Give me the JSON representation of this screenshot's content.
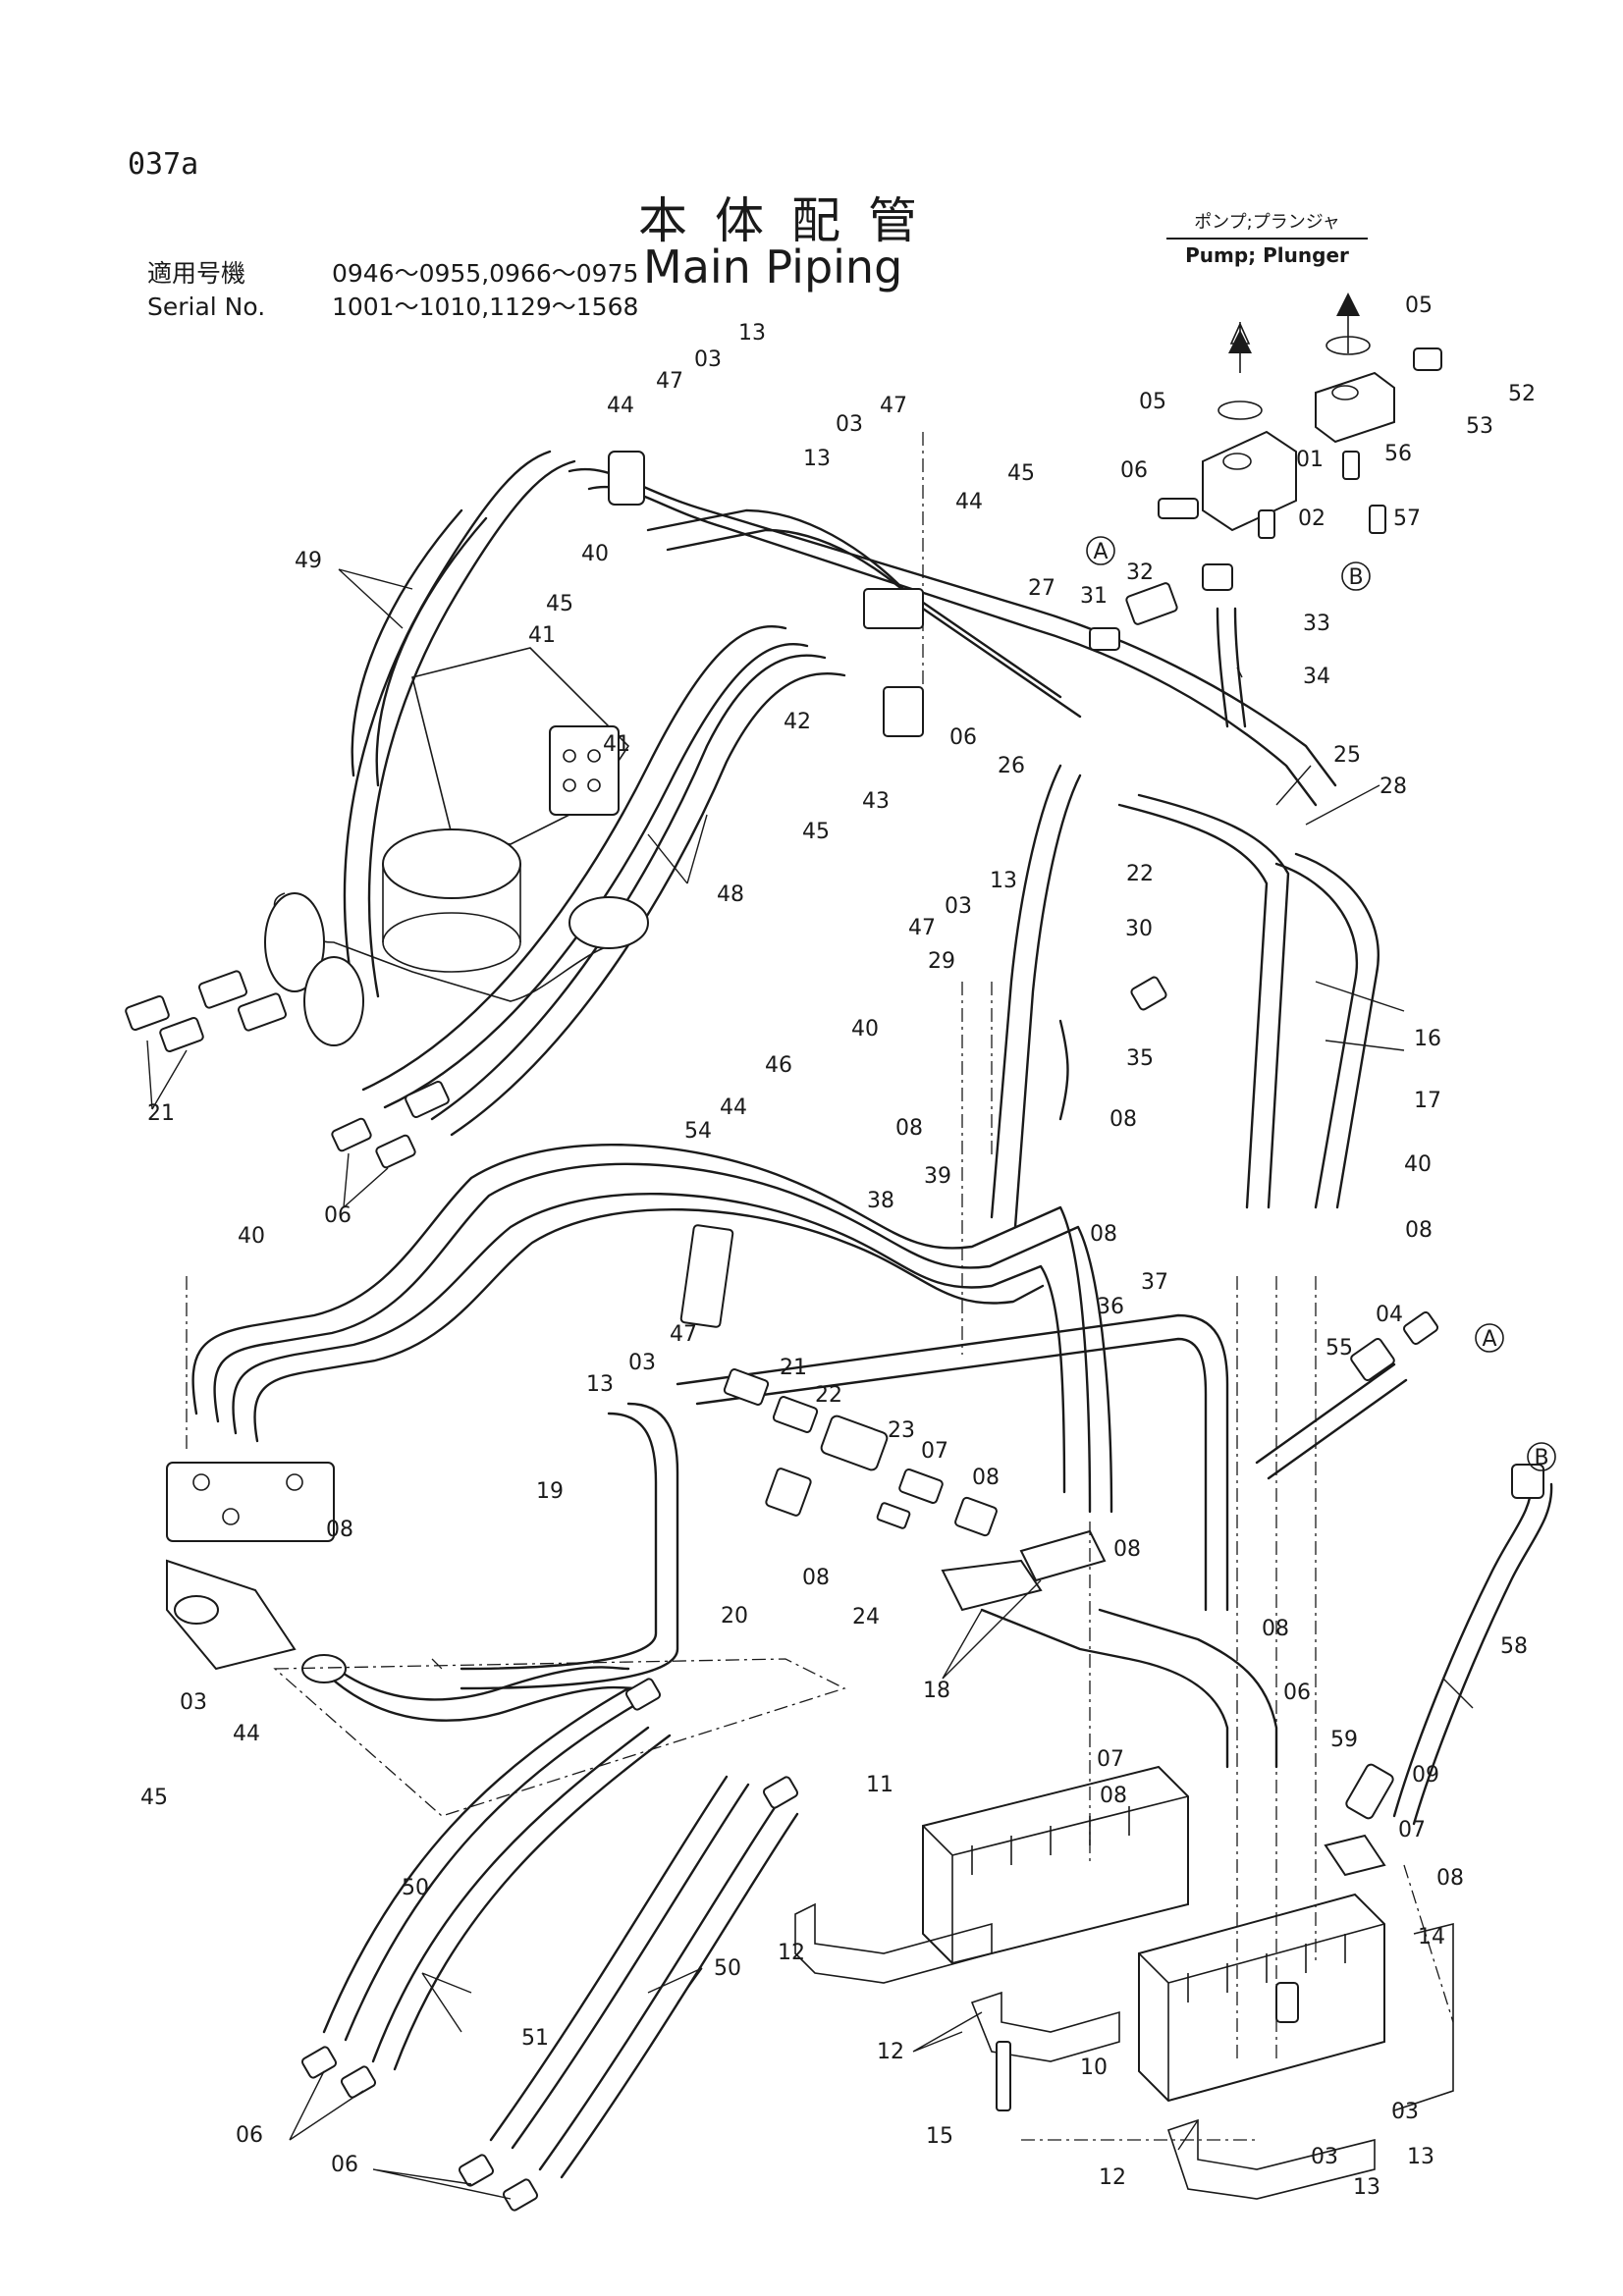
{
  "header": {
    "page_code": "037a",
    "title_jp": "本体配管",
    "title_en": "Main Piping",
    "applicability": [
      {
        "label": "適用号機",
        "value": "0946～0955,0966～0975"
      },
      {
        "label": "Serial No.",
        "value": "1001～1010,1129～1568"
      }
    ]
  },
  "pump_label": {
    "jp": "ポンプ;プランジャ",
    "en": "Pump; Plunger"
  },
  "markers": [
    "A",
    "B"
  ],
  "callouts": [
    "01",
    "02",
    "03",
    "04",
    "05",
    "06",
    "07",
    "08",
    "09",
    "10",
    "11",
    "12",
    "13",
    "14",
    "15",
    "16",
    "17",
    "18",
    "19",
    "20",
    "21",
    "22",
    "23",
    "24",
    "25",
    "26",
    "27",
    "28",
    "29",
    "30",
    "31",
    "32",
    "33",
    "34",
    "35",
    "36",
    "37",
    "38",
    "39",
    "40",
    "41",
    "42",
    "43",
    "44",
    "45",
    "46",
    "47",
    "48",
    "49",
    "50",
    "51",
    "52",
    "53",
    "54",
    "55",
    "56",
    "57",
    "58",
    "59"
  ]
}
